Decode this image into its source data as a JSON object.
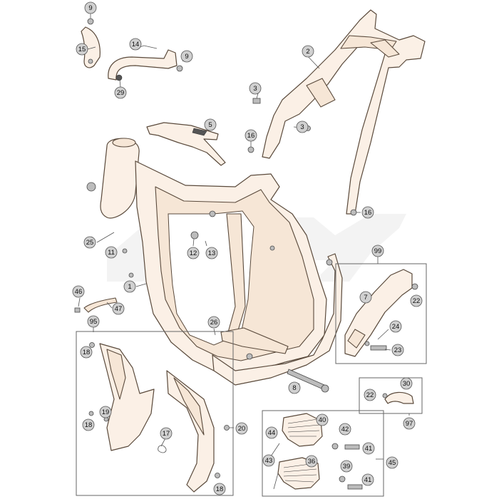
{
  "callouts": [
    {
      "id": "c9a",
      "label": "9"
    },
    {
      "id": "c15",
      "label": "15"
    },
    {
      "id": "c14",
      "label": "14"
    },
    {
      "id": "c9b",
      "label": "9"
    },
    {
      "id": "c29",
      "label": "29"
    },
    {
      "id": "c2",
      "label": "2"
    },
    {
      "id": "c3a",
      "label": "3"
    },
    {
      "id": "c3b",
      "label": "3"
    },
    {
      "id": "c5",
      "label": "5"
    },
    {
      "id": "c16a",
      "label": "16"
    },
    {
      "id": "c16b",
      "label": "16"
    },
    {
      "id": "c25",
      "label": "25"
    },
    {
      "id": "c11",
      "label": "11"
    },
    {
      "id": "c12",
      "label": "12"
    },
    {
      "id": "c13",
      "label": "13"
    },
    {
      "id": "c99",
      "label": "99"
    },
    {
      "id": "c7",
      "label": "7"
    },
    {
      "id": "c22a",
      "label": "22"
    },
    {
      "id": "c46",
      "label": "46"
    },
    {
      "id": "c1",
      "label": "1"
    },
    {
      "id": "c47",
      "label": "47"
    },
    {
      "id": "c95",
      "label": "95"
    },
    {
      "id": "c26",
      "label": "26"
    },
    {
      "id": "c24",
      "label": "24"
    },
    {
      "id": "c23",
      "label": "23"
    },
    {
      "id": "c18a",
      "label": "18"
    },
    {
      "id": "c8",
      "label": "8"
    },
    {
      "id": "c30",
      "label": "30"
    },
    {
      "id": "c22b",
      "label": "22"
    },
    {
      "id": "c19",
      "label": "19"
    },
    {
      "id": "c18b",
      "label": "18"
    },
    {
      "id": "c97",
      "label": "97"
    },
    {
      "id": "c40",
      "label": "40"
    },
    {
      "id": "c44",
      "label": "44"
    },
    {
      "id": "c42",
      "label": "42"
    },
    {
      "id": "c17",
      "label": "17"
    },
    {
      "id": "c20",
      "label": "20"
    },
    {
      "id": "c41a",
      "label": "41"
    },
    {
      "id": "c45",
      "label": "45"
    },
    {
      "id": "c43",
      "label": "43"
    },
    {
      "id": "c36",
      "label": "36"
    },
    {
      "id": "c39",
      "label": "39"
    },
    {
      "id": "c41b",
      "label": "41"
    },
    {
      "id": "c18c",
      "label": "18"
    }
  ]
}
